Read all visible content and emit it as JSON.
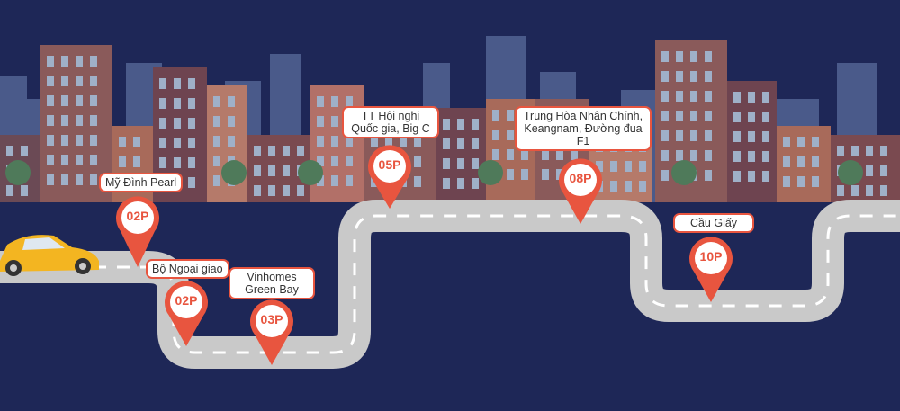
{
  "stops": [
    {
      "name": "Mỹ Đình Pearl",
      "time": "02P"
    },
    {
      "name": "Bộ Ngoại giao",
      "time": "02P"
    },
    {
      "name": "Vinhomes Green Bay",
      "time": "03P"
    },
    {
      "name": "TT Hội nghị Quốc gia, Big C",
      "time": "05P"
    },
    {
      "name": "Trung Hòa Nhân Chính, Keangnam, Đường đua F1",
      "time": "08P"
    },
    {
      "name": "Cầu Giấy",
      "time": "10P"
    }
  ],
  "colors": {
    "background": "#1e2757",
    "road": "#c9c9c9",
    "pin": "#e8553f",
    "car": "#f3b521"
  }
}
